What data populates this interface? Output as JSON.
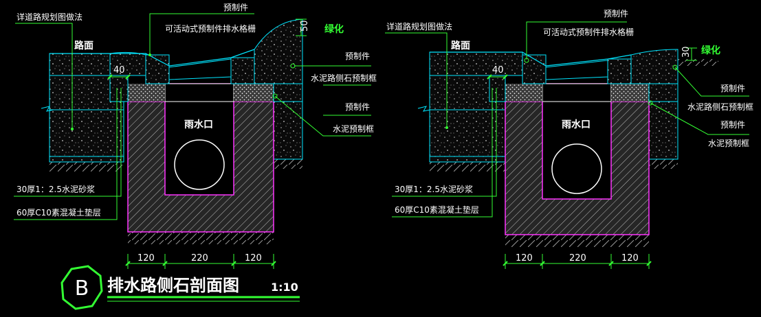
{
  "colors": {
    "background": "#000000",
    "concrete": "#00e5ff",
    "leader": "#33ff33",
    "pit_liner": "#ff33ff",
    "label": "#ffffff",
    "hatch": "#cfcfcf",
    "title_bar": "#33ff33"
  },
  "left": {
    "road_note": "详道路规划图做法",
    "road": "路面",
    "precast1": "预制件",
    "grate": "可活动式预制件排水格栅",
    "dim_50": "50",
    "green": "绿化",
    "precast2": "预制件",
    "curb_frame": "水泥路侧石预制框",
    "precast3": "预制件",
    "cement_frame": "水泥预制框",
    "dim_40": "40",
    "inlet": "雨水口",
    "mortar": "30厚1：2.5水泥砂浆",
    "cushion": "60厚C10素混凝土垫层",
    "dims": [
      "120",
      "220",
      "120"
    ]
  },
  "right": {
    "road_note": "详道路规划图做法",
    "road": "路面",
    "precast1": "预制件",
    "grate": "可活动式预制件排水格栅",
    "dim_30": "30",
    "green": "绿化",
    "dim_40": "40",
    "precast2": "预制件",
    "curb_frame": "水泥路侧石预制框",
    "precast3": "预制件",
    "cement_frame": "水泥预制框",
    "inlet": "雨水口",
    "mortar": "30厚1：2.5水泥砂浆",
    "cushion": "60厚C10素混凝土垫层",
    "dims": [
      "120",
      "220",
      "120"
    ]
  },
  "title": {
    "badge": "B",
    "text": "排水路侧石剖面图",
    "scale": "1:10"
  }
}
